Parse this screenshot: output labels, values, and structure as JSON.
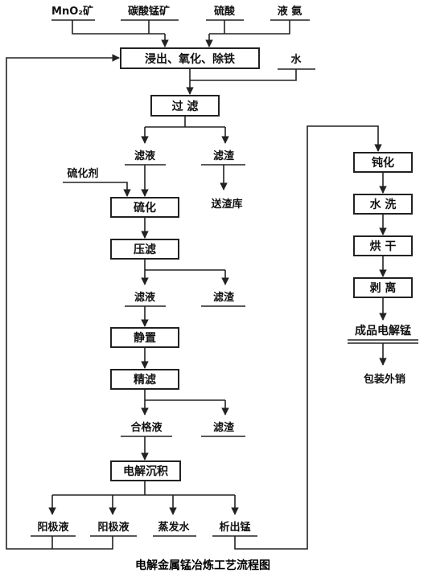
{
  "title": "电解金属锰冶炼工艺流程图",
  "raw_materials": {
    "mno2": "MnO₂矿",
    "mnco3": "碳酸锰矿",
    "h2so4": "硫酸",
    "nh3": "液 氨",
    "water": "水"
  },
  "steps": {
    "leach": "浸出、氧化、除铁",
    "filter": "过 滤",
    "sulfide": "硫化",
    "press": "压滤",
    "settle": "静置",
    "fine": "精滤",
    "electro": "电解沉积",
    "passivate": "钝化",
    "wash": "水 洗",
    "dry": "烘 干",
    "strip": "剥 离"
  },
  "labels": {
    "filtrate1": "滤液",
    "residue1": "滤渣",
    "sulfide_agent": "硫化剂",
    "residue_yard": "送渣库",
    "filtrate2": "滤液",
    "residue2": "滤渣",
    "qualified": "合格液",
    "residue3": "滤渣",
    "anolyte": "阳极液",
    "catholyte": "阳极液",
    "evap": "蒸发水",
    "mn_out": "析出锰",
    "product": "成品电解锰",
    "sale": "包装外销"
  }
}
